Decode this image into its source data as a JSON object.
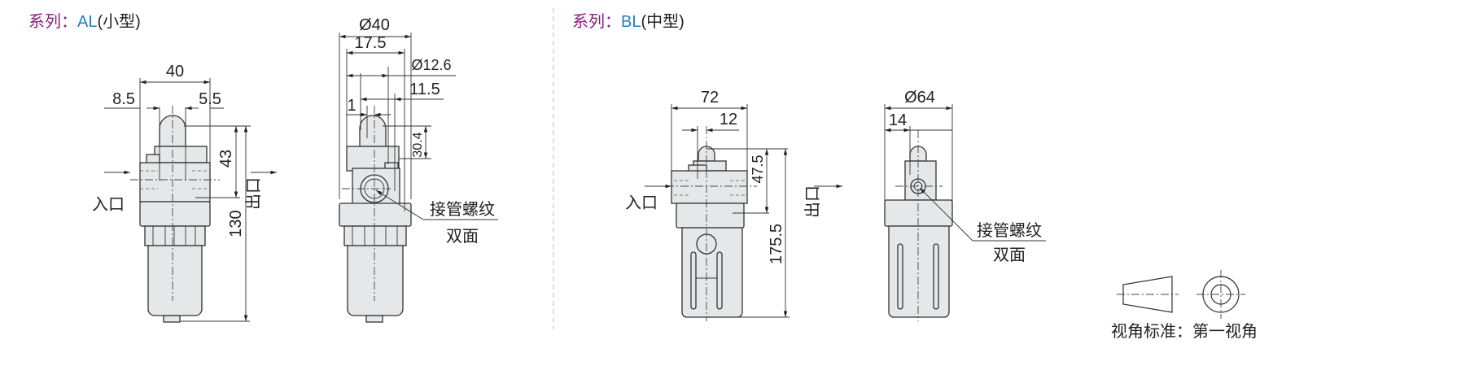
{
  "colors": {
    "series_label": "#8b1a7e",
    "model_code": "#1e7fc8",
    "line": "#333333",
    "body_fill": "#e6e7e9"
  },
  "al": {
    "series_label": "系列：",
    "model_code": "AL",
    "size_label": "(小型)",
    "dims": {
      "width": "40",
      "left_offset": "8.5",
      "right_offset": "5.5",
      "top_to_port": "43",
      "height": "130",
      "diameter": "Ø40",
      "half_width": "17.5",
      "knob_diameter": "Ø12.6",
      "port_offset": "11.5",
      "gap": "1",
      "knob_height": "30.4"
    },
    "inlet_label": "入口",
    "outlet_label": "出口",
    "port_note_1": "接管螺纹",
    "port_note_2": "双面"
  },
  "bl": {
    "series_label": "系列：",
    "model_code": "BL",
    "size_label": "(中型)",
    "dims": {
      "width": "72",
      "offset": "12",
      "top_to_port": "47.5",
      "height": "175.5",
      "diameter": "Ø64",
      "side_offset": "14"
    },
    "inlet_label": "入口",
    "outlet_label": "出口",
    "port_note_1": "接管螺纹",
    "port_note_2": "双面"
  },
  "projection": {
    "label": "视角标准：第一视角"
  }
}
